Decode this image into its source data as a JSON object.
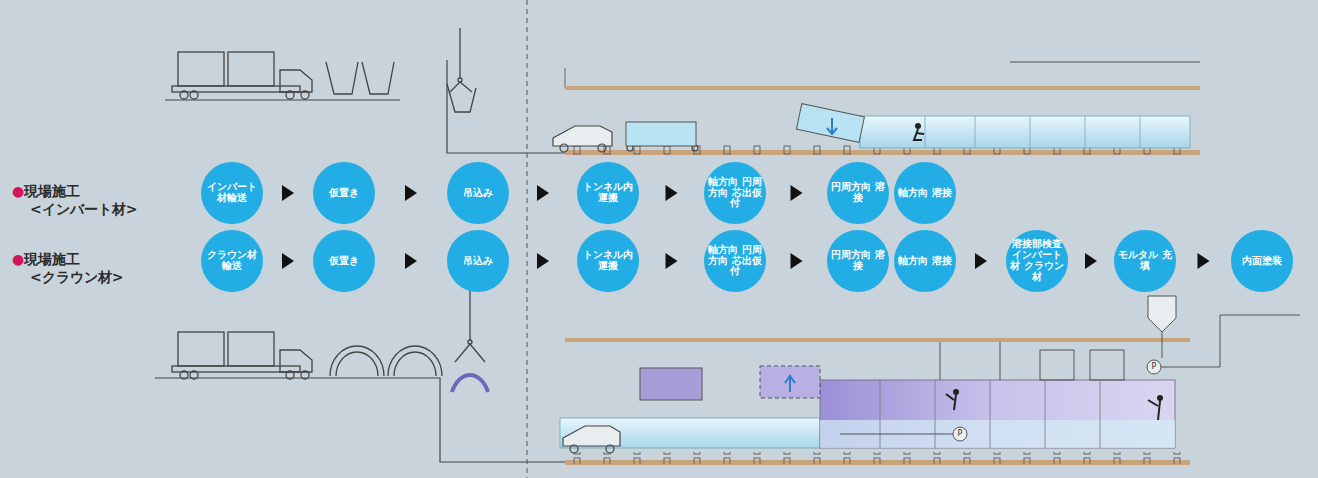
{
  "diagram": {
    "nodes": [
      {
        "text": [
          "インバート 材輸送"
        ]
      },
      {
        "text": [
          "仮置き"
        ]
      },
      {
        "text": [
          "吊込み"
        ]
      },
      {
        "text": [
          "トンネル内 運搬"
        ]
      },
      {
        "text": [
          "軸方向 円周方向 芯出仮付"
        ]
      },
      {
        "text": [
          "円周方向 溶接"
        ]
      },
      {
        "text": [
          "軸方向 溶接"
        ]
      },
      {
        "text": [
          "クラウン材 輸送"
        ]
      },
      {
        "text": [
          "仮置き"
        ]
      },
      {
        "text": [
          "吊込み"
        ]
      },
      {
        "text": [
          "トンネル内 運搬"
        ]
      },
      {
        "text": [
          "軸方向 円周方向 芯出仮付"
        ]
      },
      {
        "text": [
          "円周方向 溶接"
        ]
      },
      {
        "text": [
          "軸方向 溶接"
        ]
      },
      {
        "text": [
          "溶接部検査 インバート材 クラウン材"
        ]
      },
      {
        "text": [
          "モルタル 充填"
        ]
      },
      {
        "text": [
          "内面塗装"
        ]
      }
    ],
    "edges": [
      {
        "from": 0,
        "to": 1,
        "arrow": "to"
      },
      {
        "from": 1,
        "to": 2,
        "arrow": "to"
      },
      {
        "from": 2,
        "to": 3,
        "arrow": "to"
      },
      {
        "from": 3,
        "to": 4,
        "arrow": "to"
      },
      {
        "from": 4,
        "to": 5,
        "arrow": "to"
      },
      {
        "from": 7,
        "to": 8,
        "arrow": "to"
      },
      {
        "from": 8,
        "to": 9,
        "arrow": "to"
      },
      {
        "from": 9,
        "to": 10,
        "arrow": "to"
      },
      {
        "from": 10,
        "to": 11,
        "arrow": "to"
      },
      {
        "from": 11,
        "to": 12,
        "arrow": "to"
      },
      {
        "from": 13,
        "to": 14,
        "arrow": "to"
      },
      {
        "from": 14,
        "to": 15,
        "arrow": "to"
      },
      {
        "from": 15,
        "to": 16,
        "arrow": "to"
      }
    ],
    "labels": [
      "●現場施工",
      "<インバート材>",
      "●現場施工",
      "<クラウン材>",
      "P",
      "P"
    ]
  }
}
